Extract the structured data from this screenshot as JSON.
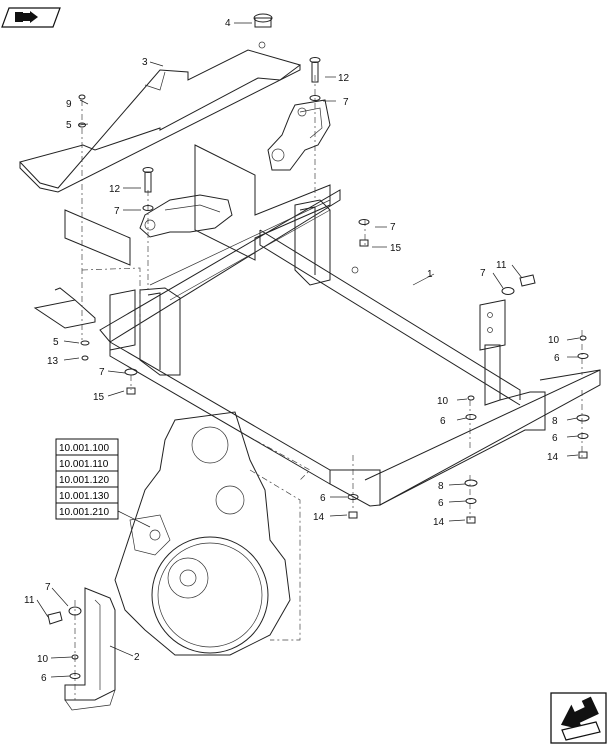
{
  "icons": {
    "top_left": "book-arrow-icon",
    "bottom_right": "next-page-arrow-icon"
  },
  "references": [
    "10.001.100",
    "10.001.110",
    "10.001.120",
    "10.001.130",
    "10.001.210"
  ],
  "callouts": {
    "c1": "1",
    "c2": "2",
    "c3": "3",
    "c4": "4",
    "c5a": "5",
    "c5b": "5",
    "c6a": "6",
    "c6b": "6",
    "c6c": "6",
    "c6d": "6",
    "c6e": "6",
    "c7a": "7",
    "c7b": "7",
    "c7c": "7",
    "c7d": "7",
    "c7e": "7",
    "c7f": "7",
    "c8a": "8",
    "c8b": "8",
    "c9": "9",
    "c10a": "10",
    "c10b": "10",
    "c10c": "10",
    "c11a": "11",
    "c11b": "11",
    "c12a": "12",
    "c12b": "12",
    "c13": "13",
    "c14a": "14",
    "c14b": "14",
    "c14c": "14",
    "c15a": "15",
    "c15b": "15"
  }
}
